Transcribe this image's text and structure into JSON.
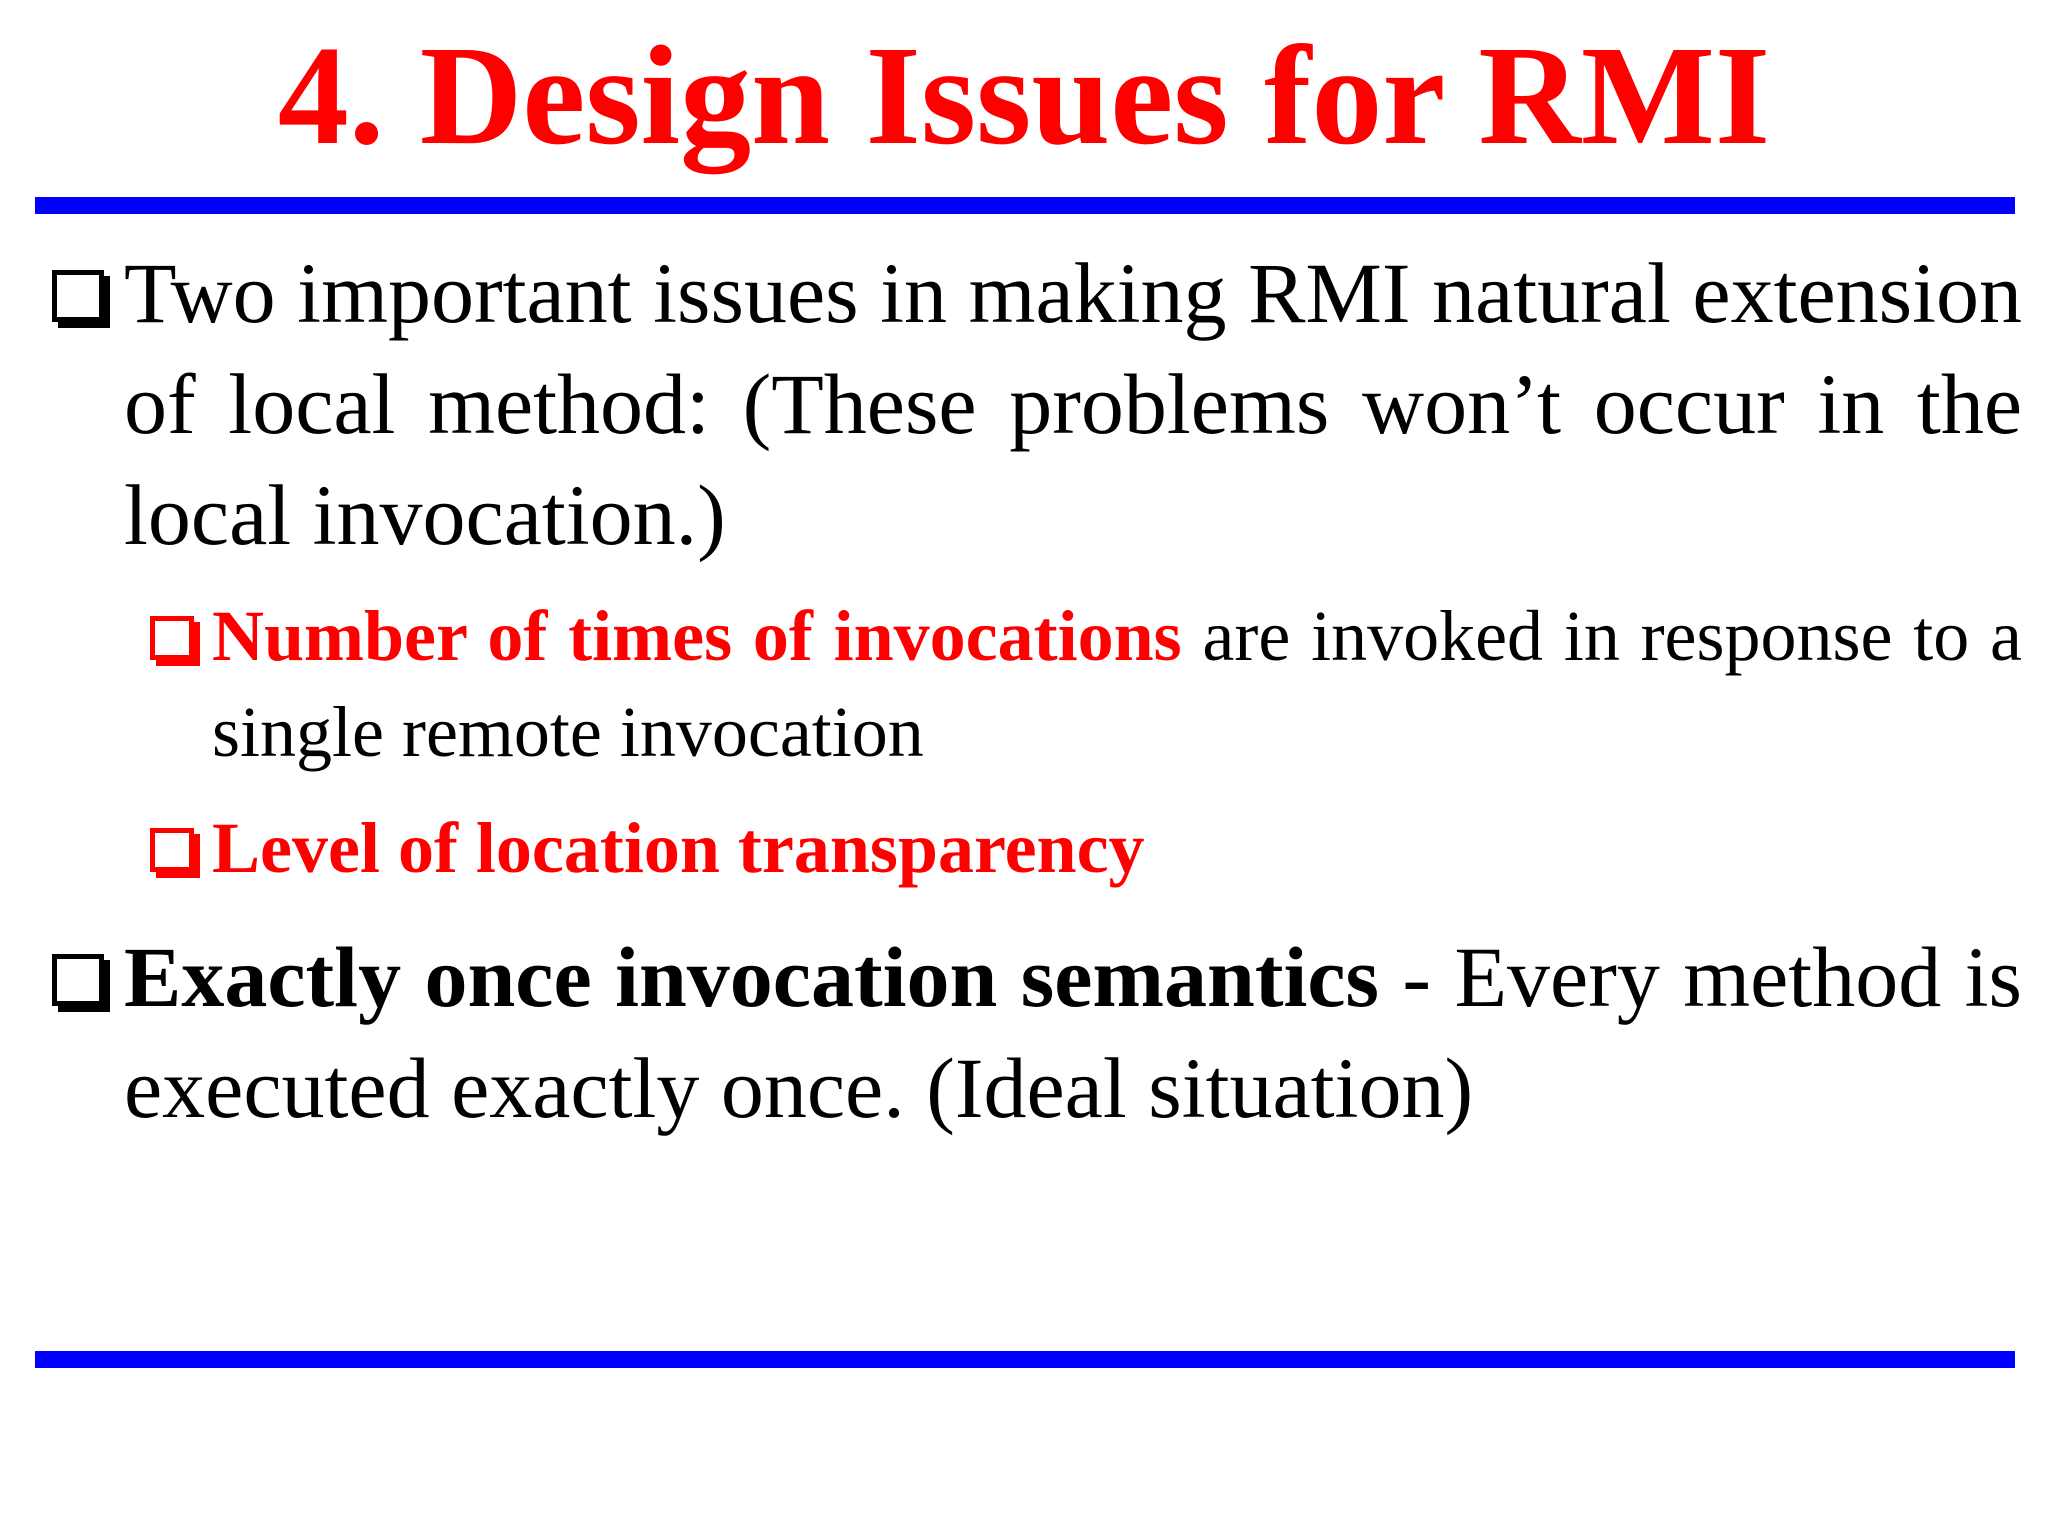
{
  "slide": {
    "title": "4. Design Issues for RMI",
    "bullets": [
      {
        "text": "Two important issues in making RMI natural extension of local method: (These problems won’t occur in the local invocation.)"
      },
      {
        "highlight": "Number of times of invocations",
        "rest": " are invoked in response to a single remote invocation"
      },
      {
        "highlight": "Level of location transparency"
      },
      {
        "highlight": "Exactly once invocation semantics",
        "rest": " - Every method is executed exactly once. (Ideal situation)"
      }
    ]
  },
  "colors": {
    "title": "#ff0000",
    "rule": "#0000ff",
    "highlight": "#ff0000",
    "text": "#000000"
  },
  "icons": {
    "bullet": "hollow-square-bullet-icon"
  }
}
